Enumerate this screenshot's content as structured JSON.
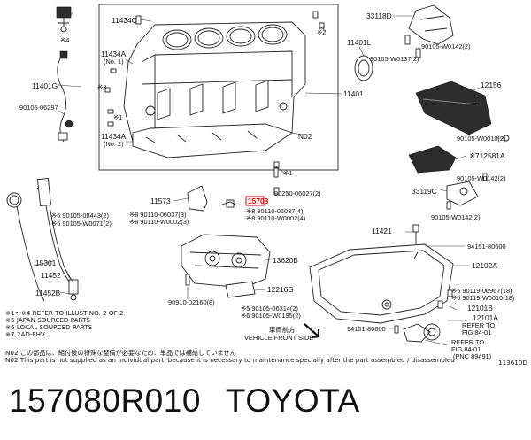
{
  "labels": {
    "p11434C": "11434C",
    "p11434A1": "11434A",
    "no1": "(No. 1)",
    "p11434A2": "11434A",
    "no2": "(No. 2)",
    "p11401": "11401",
    "p11401G": "11401G",
    "p11401L": "11401L",
    "p90105_06297": "90105-06297",
    "pN02": "N02",
    "p33118D": "33118D",
    "p90105_W0142a": "90105-W0142(2)",
    "p90105_W0137": "90105-W0137(2)",
    "p12156": "12156",
    "p90105_W0010": "90105-W0010(2)",
    "p12581A": "※712581A",
    "p90105_W0142b": "90105-W0142(2)",
    "p33119C": "33119C",
    "p90105_W0142c": "90105-W0142(2)",
    "p11573": "11573",
    "p90250": "90250-06027(2)",
    "p15708": "15708",
    "p90110_06037a": "※8 90110-06037(3)",
    "p90110_W0002a": "※8 90110-W0002(3)",
    "p90110_06037b": "※8 90110-06037(4)",
    "p90110_W0002b": "※8 90110-W0002(4)",
    "p90105_08443": "※6 90105-08443(2)",
    "p90105_W0071": "※5 90105-W0071(2)",
    "p11421": "11421",
    "p94151_80600a": "94151-80600",
    "p15301": "15301",
    "p11452": "11452",
    "p11452B": "11452B",
    "p13620B": "13620B",
    "p12216G": "12216G",
    "p90910": "90910-02160(8)",
    "p90105_06314": "※5 90105-06314(2)",
    "p90105_W0195": "※6 90105-W0195(2)",
    "p12102A": "12102A",
    "p90119_06967": "※5 90119-06967(18)",
    "p90119_W0010": "※6 90119-W0010(18)",
    "p12101B": "12101B",
    "p12101A": "12101A",
    "p94151_80600b": "94151-80600",
    "refer1": "REFER TO",
    "refer1b": "FIG 84-01",
    "refer2": "REFER TO",
    "refer2b": "FIG 84-01",
    "refer2c": "(PNC 89491)",
    "ref1": "※1",
    "ref2": "※2",
    "ref3": "※3",
    "ref4": "※4",
    "ref1b": "※1"
  },
  "front_side": {
    "jp": "車両前方",
    "en": "VEHICLE FRONT SIDE"
  },
  "notes": {
    "n1": "※1～※4 REFER TO ILLUST NO. 2 OF 2",
    "n2": "※5 JAPAN SOURCED PARTS",
    "n3": "※6 LOCAL SOURCED PARTS",
    "n4": "※7 2AD-FHV",
    "n02_jp": "N02  この部品は、組付後の特殊な整備が必要なため、単品では補給していません",
    "n02_en": "N02  This part is not supplied as an individual part, because it is necessary to maintenance specially after the part assembled / disassembled",
    "fig_id": "113610D"
  },
  "caption": {
    "part_number": "157080R010",
    "brand": "TOYOTA"
  },
  "colors": {
    "highlight": "#e10000",
    "line": "#222222"
  }
}
